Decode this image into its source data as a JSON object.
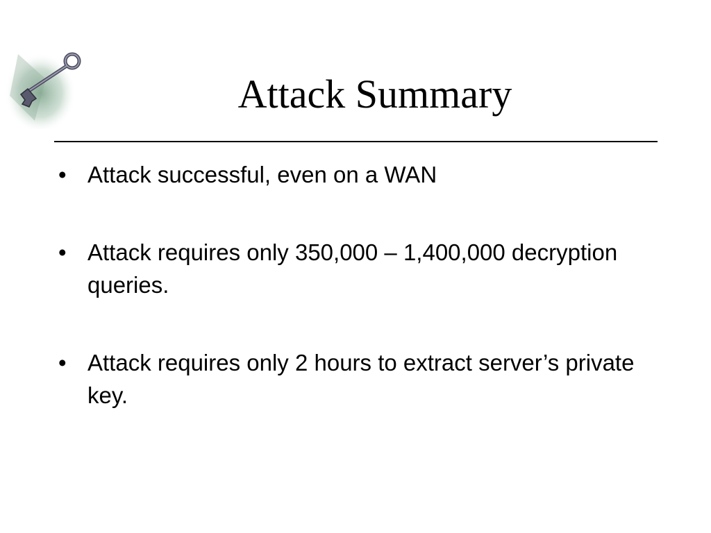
{
  "slide": {
    "title": "Attack Summary",
    "bullets": [
      {
        "marker": "•",
        "text": "Attack successful, even on a WAN"
      },
      {
        "marker": "•",
        "text": "Attack requires only 350,000 – 1,400,000 decryption queries."
      },
      {
        "marker": "•",
        "text": "Attack requires only 2 hours to extract server’s private key."
      }
    ],
    "logo_icon": "key-icon",
    "colors": {
      "background": "#ffffff",
      "text": "#000000",
      "rule": "#000000",
      "logo_glow": "#7fa48c"
    }
  }
}
